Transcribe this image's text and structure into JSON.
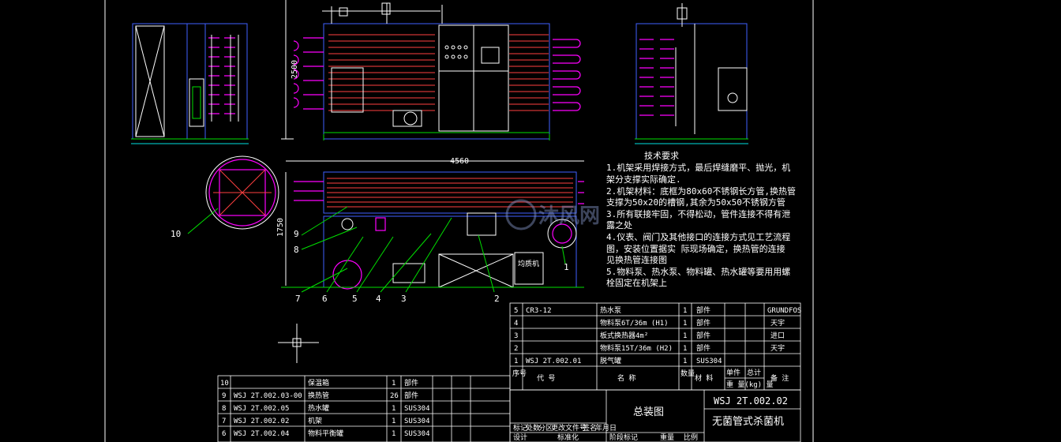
{
  "dimensions": {
    "elevation_height": "2500",
    "plan_length": "4560",
    "plan_width": "1750"
  },
  "tech_requirements": {
    "title": "技术要求",
    "lines": [
      "1.机架采用焊接方式，最后焊缝磨平、抛光，机",
      "架分支撑实际确定.",
      "2.机架材料：底框为80x60不锈钢长方管,换热管",
      "支撑为50x20的槽钢,其余为50x50不锈钢方管",
      "3.所有联接牢固，不得松动，管件连接不得有泄",
      "露之处",
      "4.仪表、阀门及其他接口的连接方式见工艺流程",
      "图，安装位置据实  际现场确定，换热管的连接",
      "见换热管连接图",
      "5.物料泵、热水泵、物料罐、热水罐等要用用螺",
      "栓固定在机架上"
    ]
  },
  "balloons": [
    "10",
    "9",
    "8",
    "7",
    "6",
    "5",
    "4",
    "3",
    "2",
    "1"
  ],
  "equipment_label": "均质机",
  "watermark": "沐风网",
  "bom_right": {
    "rows": [
      {
        "no": "5",
        "code": "CR3-12",
        "name": "热水泵",
        "qty": "1",
        "material": "部件",
        "note": "GRUNDFOS"
      },
      {
        "no": "4",
        "code": "",
        "name": "物料泵6T/36m (H1)",
        "qty": "1",
        "material": "部件",
        "note": "天宇"
      },
      {
        "no": "3",
        "code": "",
        "name": "板式换热器4m²",
        "qty": "1",
        "material": "部件",
        "note": "进口"
      },
      {
        "no": "2",
        "code": "",
        "name": "物料泵15T/36m (H2)",
        "qty": "1",
        "material": "部件",
        "note": "天宇"
      },
      {
        "no": "1",
        "code": "WSJ 2T.002.01",
        "name": "脱气罐",
        "qty": "1",
        "material": "SUS304",
        "note": ""
      }
    ],
    "header": {
      "no": "序号",
      "code": "代    号",
      "name": "名    称",
      "qty": "数量",
      "material": "材  料",
      "unit": "单件",
      "total": "总计",
      "weight": "重 量(kg) 量",
      "note": "备  注"
    }
  },
  "bom_left": {
    "rows": [
      {
        "no": "10",
        "code": "",
        "name": "保温箱",
        "qty": "1",
        "material": "部件"
      },
      {
        "no": "9",
        "code": "WSJ 2T.002.03-00",
        "name": "换热管",
        "qty": "26",
        "material": "部件"
      },
      {
        "no": "8",
        "code": "WSJ 2T.002.05",
        "name": "热水罐",
        "qty": "1",
        "material": "SUS304"
      },
      {
        "no": "7",
        "code": "WSJ 2T.002.02",
        "name": "机架",
        "qty": "1",
        "material": "SUS304"
      },
      {
        "no": "6",
        "code": "WSJ 2T.002.04",
        "name": "物料平衡罐",
        "qty": "1",
        "material": "SUS304"
      }
    ]
  },
  "title_block": {
    "drawing_name": "总装图",
    "drawing_no": "WSJ 2T.002.02",
    "product_name": "无菌管式杀菌机",
    "small_labels": [
      "标记",
      "处数",
      "分区",
      "更改文件号",
      "签名",
      "年月日"
    ],
    "small_labels2": [
      "设计",
      "标准化",
      "阶段标记",
      "重量",
      "比例"
    ]
  }
}
